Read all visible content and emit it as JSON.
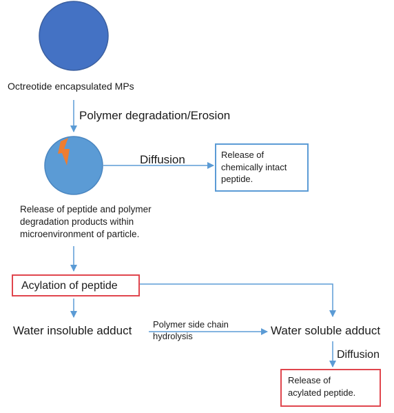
{
  "nodes": {
    "encapsulated_label": "Octreotide encapsulated MPs",
    "step_degradation": "Polymer degradation/Erosion",
    "diffusion_1": "Diffusion",
    "release_intact": "Release of\nchemically intact\npeptide.",
    "release_products": "Release of peptide and polymer\ndegradation products within\nmicroenvironment  of particle.",
    "acylation": "Acylation of peptide",
    "insoluble_adduct": "Water insoluble adduct",
    "side_chain_hydrolysis": "Polymer side chain\nhydrolysis",
    "soluble_adduct": "Water soluble adduct",
    "diffusion_2": "Diffusion",
    "release_acylated": "Release of\nacylated peptide."
  },
  "colors": {
    "particle_dark": "#4472c4",
    "particle_light": "#5b9bd5",
    "arrow": "#5b9bd5",
    "box_blue": "#5b9bd5",
    "box_red": "#e0454d",
    "crack": "#ed7d31"
  },
  "icons": {
    "intact_particle": "filled-circle",
    "degrading_particle": "circle-with-crack"
  }
}
